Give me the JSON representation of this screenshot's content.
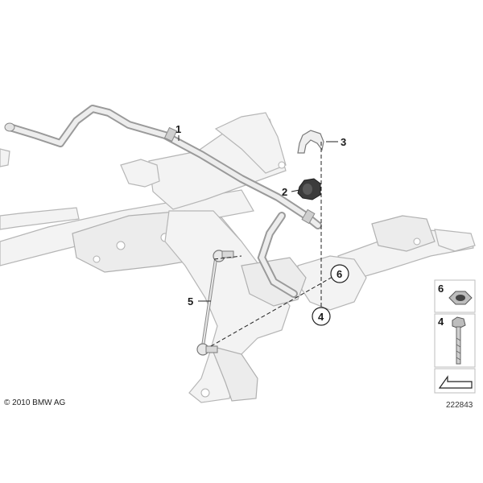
{
  "callouts": {
    "c1": "1",
    "c2": "2",
    "c3": "3",
    "c4": "4",
    "c5": "5",
    "c6": "6"
  },
  "legend": {
    "item6_label": "6",
    "item4_label": "4"
  },
  "copyright": "© 2010 BMW AG",
  "doc_number": "222843",
  "colors": {
    "part_fill": "#f3f3f3",
    "part_stroke": "#b6b6b6",
    "dark_part": "#3c3c3c",
    "line": "#222222"
  }
}
